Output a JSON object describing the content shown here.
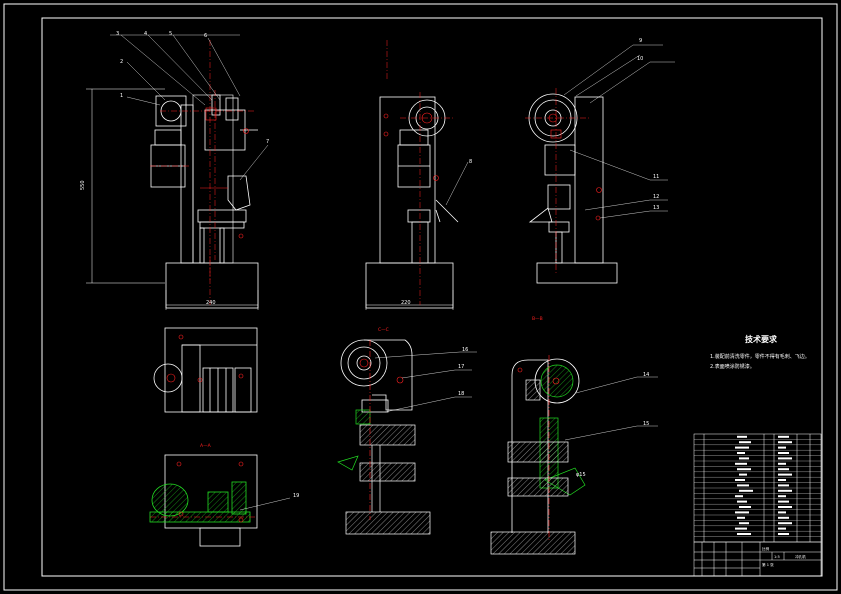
{
  "colors": {
    "background": "#000000",
    "outline": "#ffffff",
    "centerline": "#ff2020",
    "hatch": "#ffffff",
    "section": "#22dd22",
    "highlight": "#ff40ff"
  },
  "balloons": {
    "b1": "1",
    "b2": "2",
    "b3": "3",
    "b4": "4",
    "b5": "5",
    "b6": "6",
    "b7": "7",
    "b8": "8",
    "b9": "9",
    "b10": "10",
    "b11": "11",
    "b12": "12",
    "b13": "13",
    "b14": "14",
    "b15": "15",
    "b16": "16",
    "b17": "17",
    "b18": "18",
    "b19": "19"
  },
  "dimensions": {
    "front_height": "550",
    "front_width": "240",
    "side_width": "220",
    "section_mark": "φ15"
  },
  "section_labels": {
    "aa": "A—A",
    "cc": "C—C",
    "bb": "B—B"
  },
  "notes": {
    "title": "技术要求",
    "line1": "1.装配前清洗零件，零件不得有毛刺、飞边。",
    "line2": "2.表面喷涂防锈漆。"
  },
  "title_block": {
    "drawing_name": "冲孔机",
    "scale_label": "比例",
    "scale": "1:5",
    "sheet": "第 1 张"
  }
}
